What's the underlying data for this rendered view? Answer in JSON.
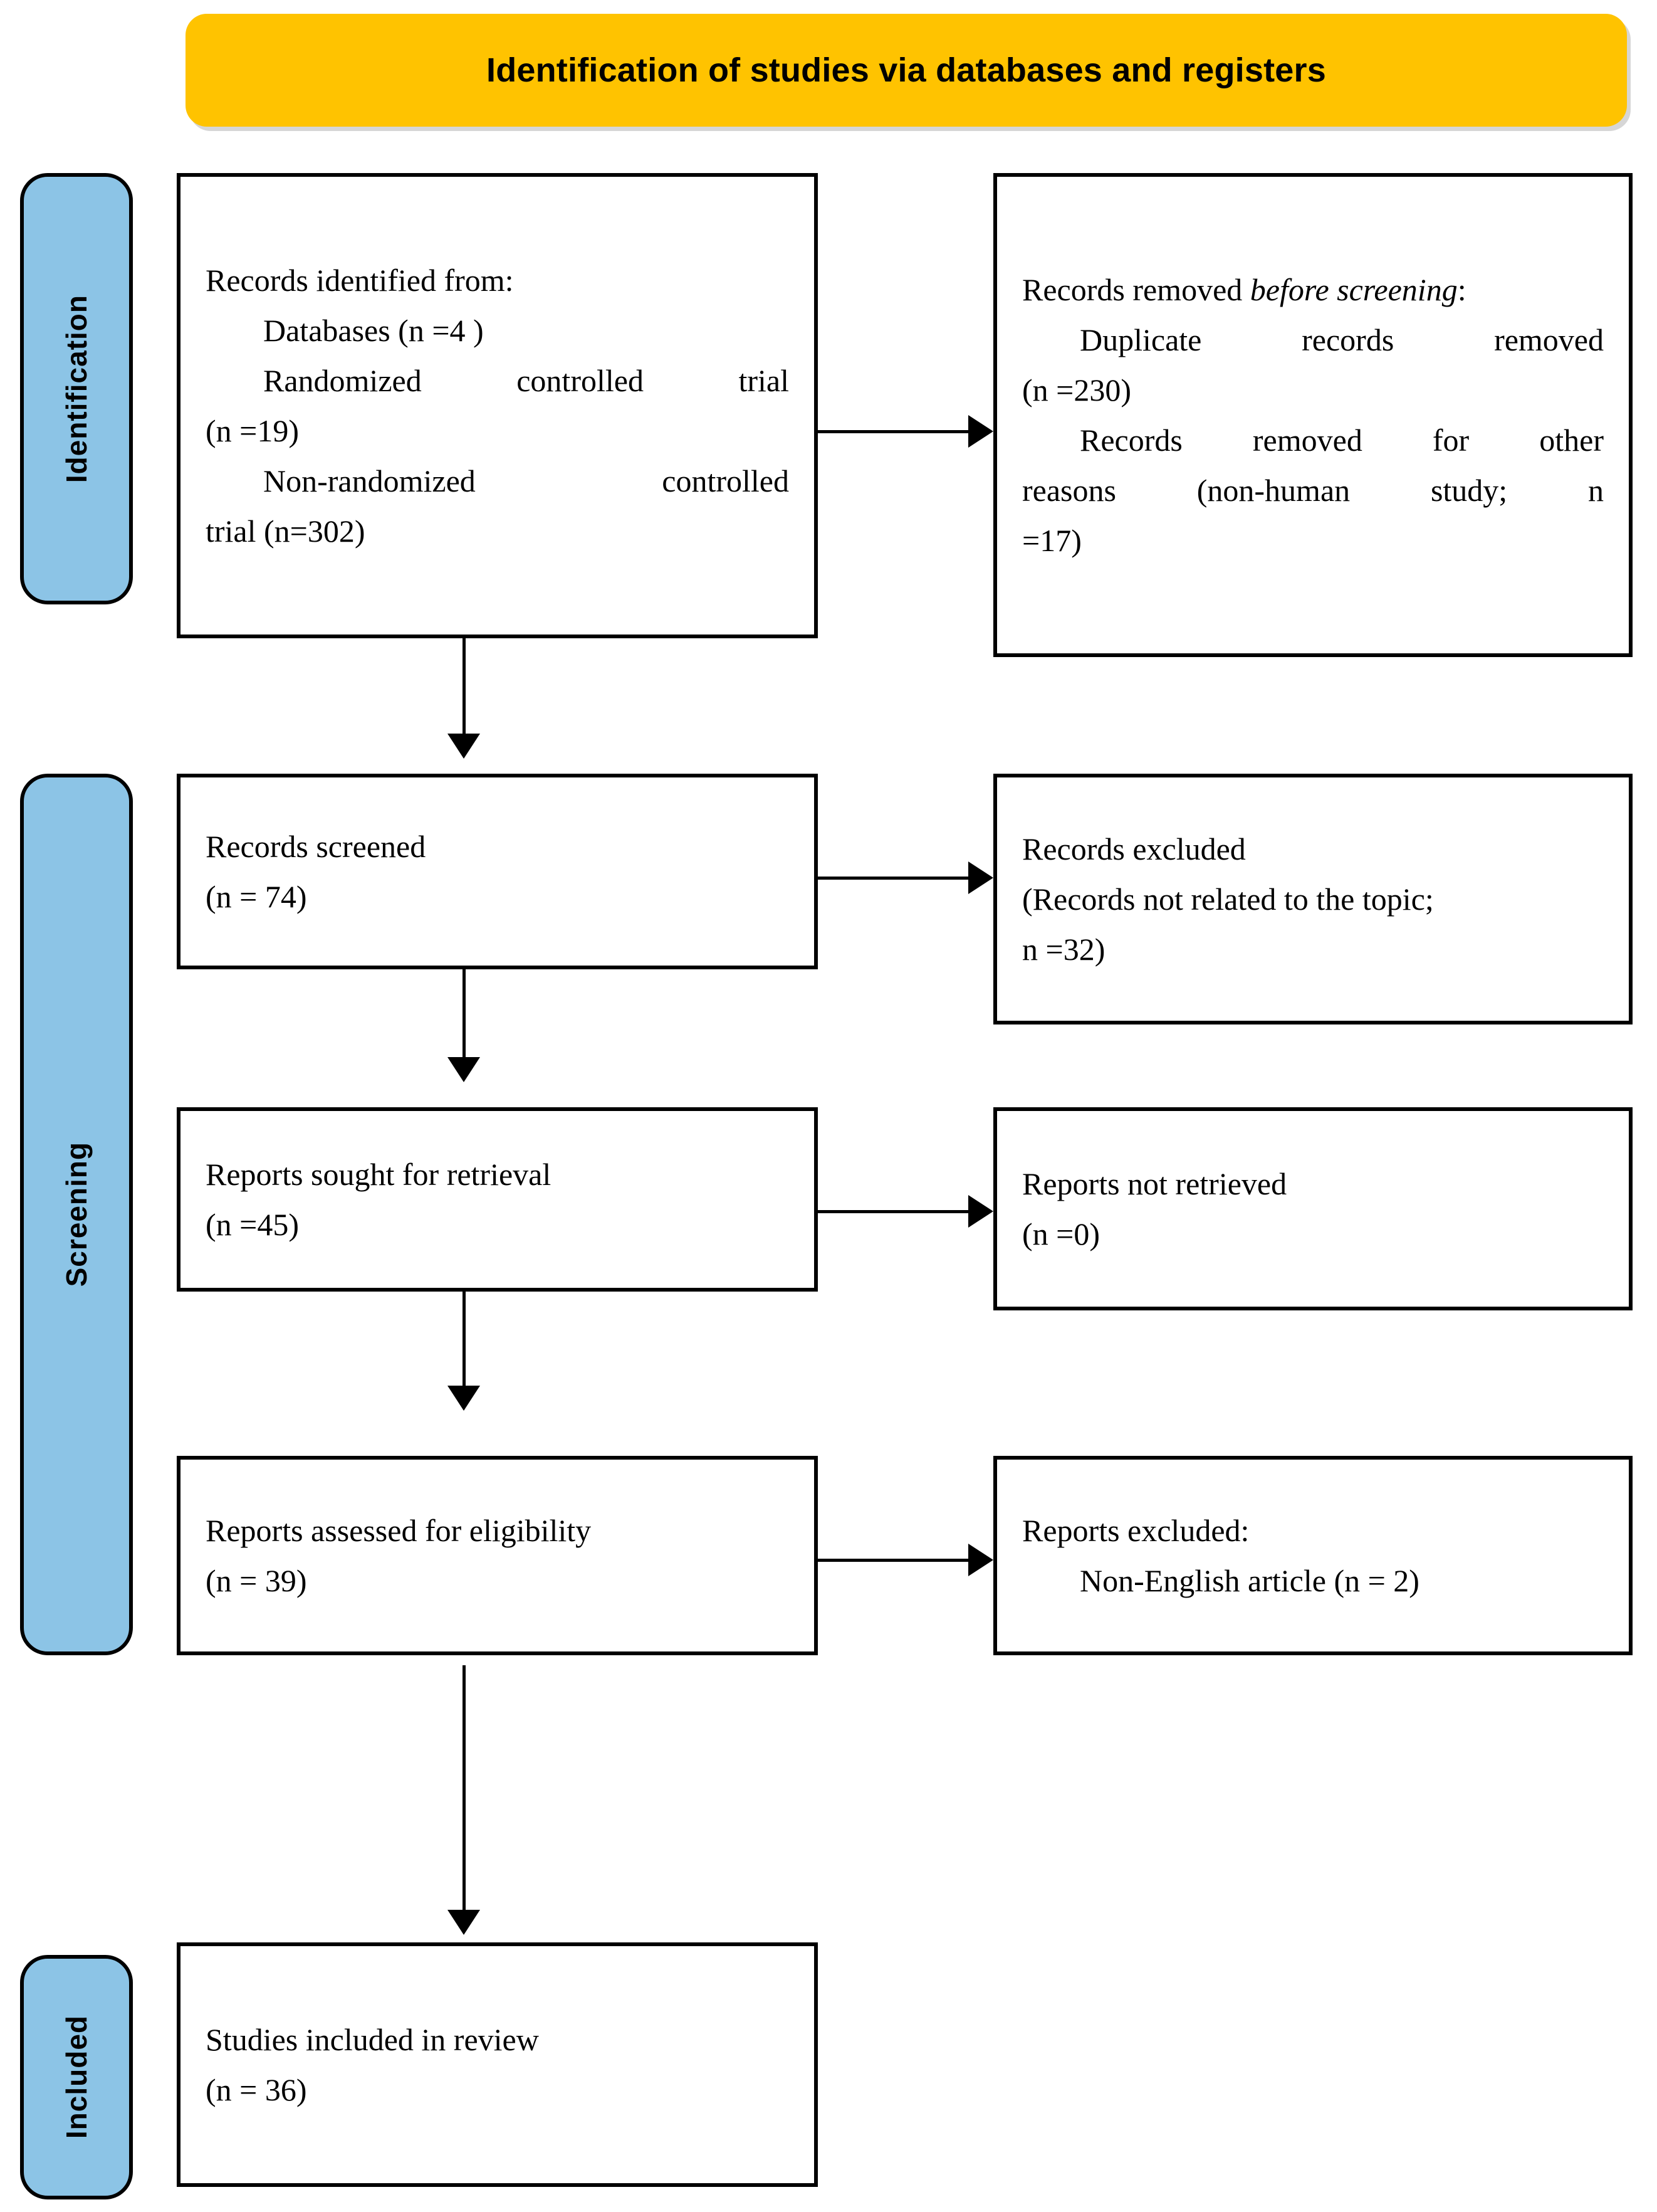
{
  "banner": {
    "title": "Identification of studies via databases and registers"
  },
  "stages": [
    {
      "id": "identification",
      "label": "Identification"
    },
    {
      "id": "screening",
      "label": "Screening"
    },
    {
      "id": "included",
      "label": "Included"
    }
  ],
  "boxes": {
    "records_identified": {
      "lines": [
        "Records identified from:",
        "Databases (n =4 )",
        "Randomized controlled trial",
        "(n =19)",
        "Non-randomized controlled",
        "trial (n=302)"
      ]
    },
    "records_removed": {
      "line1_plain": "Records removed ",
      "line1_italic": "before screening",
      "line1_tail": ":",
      "lines": [
        "Duplicate records removed",
        "(n =230)",
        "Records removed for other",
        "reasons (non-human study; n",
        "=17)"
      ]
    },
    "records_screened": {
      "lines": [
        "Records screened",
        "(n = 74)"
      ]
    },
    "records_excluded": {
      "lines": [
        "Records excluded",
        "(Records not related to the topic;",
        "n =32)"
      ]
    },
    "reports_sought": {
      "lines": [
        "Reports sought for retrieval",
        "(n =45)"
      ]
    },
    "reports_not_retrieved": {
      "lines": [
        "Reports not retrieved",
        "(n =0)"
      ]
    },
    "reports_assessed": {
      "lines": [
        "Reports assessed for eligibility",
        "(n = 39)"
      ]
    },
    "reports_excluded": {
      "lines": [
        "Reports excluded:",
        "Non-English article (n = 2)"
      ]
    },
    "studies_included": {
      "lines": [
        "Studies included in review",
        "(n = 36)"
      ]
    }
  },
  "colors": {
    "banner_fill": "#FFC300",
    "stage_bar_fill": "#8CC4E6",
    "box_border": "#000000",
    "box_fill": "#FFFFFF"
  },
  "chart_data": {
    "type": "table",
    "title": "PRISMA 2020 flow diagram for new systematic reviews which included searches of databases and registers only",
    "nodes": [
      {
        "stage": "Identification",
        "label": "Records identified from: Databases",
        "n": 4
      },
      {
        "stage": "Identification",
        "label": "Records identified from: Randomized controlled trial",
        "n": 19
      },
      {
        "stage": "Identification",
        "label": "Records identified from: Non-randomized controlled trial",
        "n": 302
      },
      {
        "stage": "Identification",
        "label": "Duplicate records removed before screening",
        "n": 230
      },
      {
        "stage": "Identification",
        "label": "Records removed for other reasons (non-human study)",
        "n": 17
      },
      {
        "stage": "Screening",
        "label": "Records screened",
        "n": 74
      },
      {
        "stage": "Screening",
        "label": "Records excluded (not related to the topic)",
        "n": 32
      },
      {
        "stage": "Screening",
        "label": "Reports sought for retrieval",
        "n": 45
      },
      {
        "stage": "Screening",
        "label": "Reports not retrieved",
        "n": 0
      },
      {
        "stage": "Screening",
        "label": "Reports assessed for eligibility",
        "n": 39
      },
      {
        "stage": "Screening",
        "label": "Reports excluded: Non-English article",
        "n": 2
      },
      {
        "stage": "Included",
        "label": "Studies included in review",
        "n": 36
      }
    ]
  }
}
